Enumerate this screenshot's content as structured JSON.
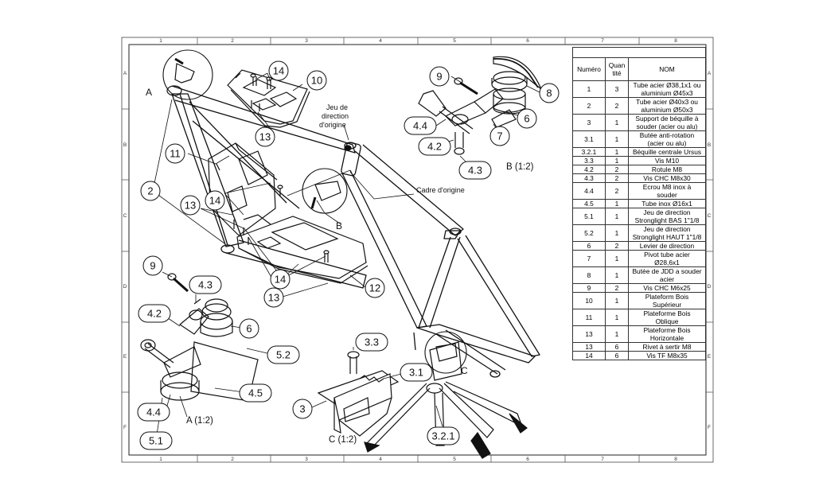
{
  "sheet": {
    "col_labels": [
      "1",
      "2",
      "3",
      "4",
      "5",
      "6",
      "7",
      "8"
    ],
    "row_labels": [
      "A",
      "B",
      "C",
      "D",
      "E",
      "F"
    ]
  },
  "views": {
    "detail_a": "A",
    "detail_b": "B",
    "detail_c": "C",
    "detail_a_scale": "A (1:2)",
    "detail_b_scale": "B (1:2)",
    "detail_c_scale": "C (1:2)"
  },
  "annotations": {
    "headset_line1": "Jeu de",
    "headset_line2": "direction",
    "headset_line3": "d'origine",
    "frame": "Cadre d'origine"
  },
  "balloons": {
    "main": [
      "14",
      "10",
      "13",
      "11",
      "2",
      "13",
      "14",
      "14",
      "13",
      "12"
    ],
    "detail_b": [
      "9",
      "8",
      "6",
      "7",
      "4.4",
      "4.2",
      "4.3"
    ],
    "detail_a": [
      "9",
      "4.3",
      "4.2",
      "6",
      "5.2",
      "4.5",
      "4.4",
      "5.1"
    ],
    "detail_c": [
      "3.3",
      "3.1",
      "3",
      "3.2.1"
    ]
  },
  "bom": {
    "headers": [
      "Numéro",
      "Quan\ntité",
      "NOM"
    ],
    "rows": [
      {
        "num": "1",
        "qty": "3",
        "name": "Tube acier Ø38,1x1 ou\naluminium Ø45x3"
      },
      {
        "num": "2",
        "qty": "2",
        "name": "Tube acier Ø40x3 ou\naluminium Ø50x3"
      },
      {
        "num": "3",
        "qty": "1",
        "name": "Support de béquille à\nsouder (acier ou alu)"
      },
      {
        "num": "3.1",
        "qty": "1",
        "name": "Butée anti-rotation\n(acier ou alu)"
      },
      {
        "num": "3.2.1",
        "qty": "1",
        "name": "Béquille centrale Ursus"
      },
      {
        "num": "3.3",
        "qty": "1",
        "name": "Vis M10"
      },
      {
        "num": "4.2",
        "qty": "2",
        "name": "Rotule M8"
      },
      {
        "num": "4.3",
        "qty": "2",
        "name": "Vis CHC M8x30"
      },
      {
        "num": "4.4",
        "qty": "2",
        "name": "Ecrou M8 inox à\nsouder"
      },
      {
        "num": "4.5",
        "qty": "1",
        "name": "Tube inox Ø16x1"
      },
      {
        "num": "5.1",
        "qty": "1",
        "name": "Jeu de direction\nStronglight BAS 1\"1/8"
      },
      {
        "num": "5.2",
        "qty": "1",
        "name": "Jeu de direction\nStronglight HAUT 1\"1/8"
      },
      {
        "num": "6",
        "qty": "2",
        "name": "Levier de direction"
      },
      {
        "num": "7",
        "qty": "1",
        "name": "Pivot tube acier\nØ28,6x1"
      },
      {
        "num": "8",
        "qty": "1",
        "name": "Butée de JDD a souder\nacier"
      },
      {
        "num": "9",
        "qty": "2",
        "name": "Vis CHC M6x25"
      },
      {
        "num": "10",
        "qty": "1",
        "name": "Plateform Bois\nSupérieur"
      },
      {
        "num": "11",
        "qty": "1",
        "name": "Plateforme Bois\nOblique"
      },
      {
        "num": "13",
        "qty": "1",
        "name": "Plateforme Bois\nHorizontale"
      },
      {
        "num": "13",
        "qty": "6",
        "name": "Rivet à sertir M8"
      },
      {
        "num": "14",
        "qty": "6",
        "name": "Vis TF M8x35"
      }
    ]
  }
}
